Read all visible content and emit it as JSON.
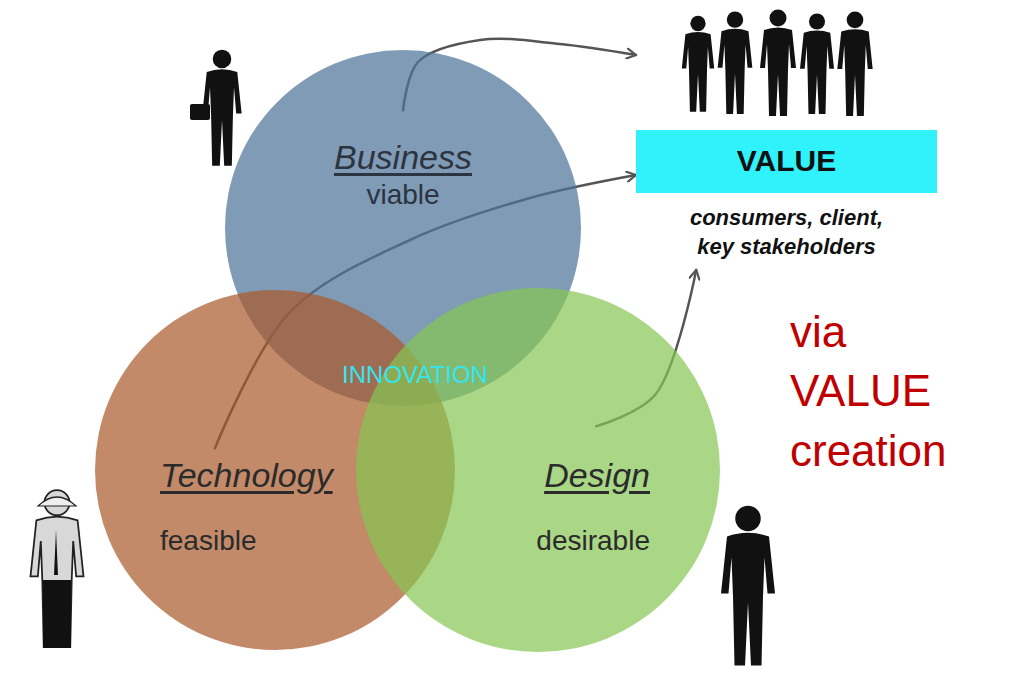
{
  "diagram": {
    "nodes": [
      {
        "text": [
          "Business",
          "viable"
        ]
      },
      {
        "text": [
          "Technology",
          "feasible"
        ]
      },
      {
        "text": [
          "Design",
          "desirable"
        ]
      },
      {
        "text": [
          "VALUE",
          "consumers, client, key stakeholders"
        ]
      }
    ],
    "edges": [
      {
        "from": 0,
        "to": 3,
        "arrow": "to"
      },
      {
        "from": 1,
        "to": 3,
        "arrow": "to"
      },
      {
        "from": 2,
        "to": 3,
        "arrow": "to"
      }
    ],
    "labels": [
      "INNOVATION",
      "via VALUE creation"
    ]
  }
}
